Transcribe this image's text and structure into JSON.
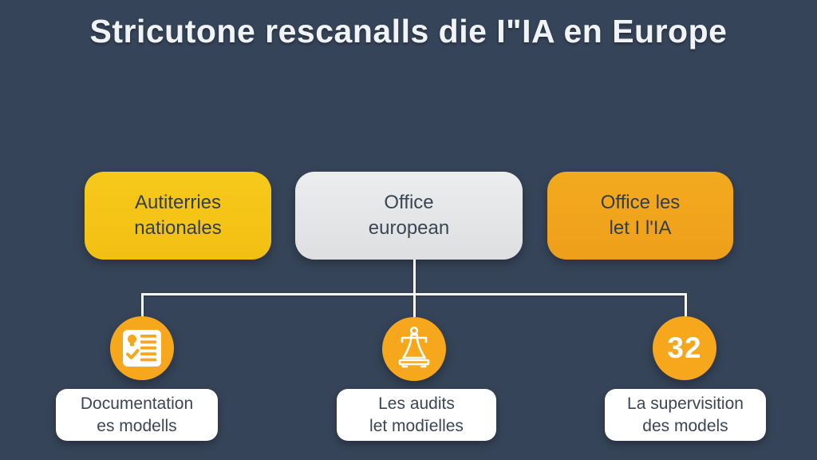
{
  "title": "Stricutone rescanalls die I\"IA en Europe",
  "top_boxes": [
    {
      "label": "Autiterries\nnationales",
      "color": "#F4C416"
    },
    {
      "label": "Office\neuropean",
      "color": "#E4E4E6"
    },
    {
      "label": "Office les\nlet I l'IA",
      "color": "#F0A41D"
    }
  ],
  "branches": [
    {
      "icon": "document-checklist-icon",
      "label": "Documentation\nes modells"
    },
    {
      "icon": "bell-icon",
      "label": "Les audits\nlet modīelles"
    },
    {
      "icon": "number-badge",
      "icon_text": "32",
      "label": "La supervisition\ndes models"
    }
  ],
  "colors": {
    "background": "#364459",
    "accent_yellow": "#F4C416",
    "accent_orange": "#F0A41D",
    "circle_orange": "#F6A71C",
    "box_gray": "#E4E4E6",
    "connector_line": "#F8F9FA",
    "title_text": "#F1F4F7",
    "dark_text": "#343D42",
    "card_white": "#FFFFFF"
  }
}
